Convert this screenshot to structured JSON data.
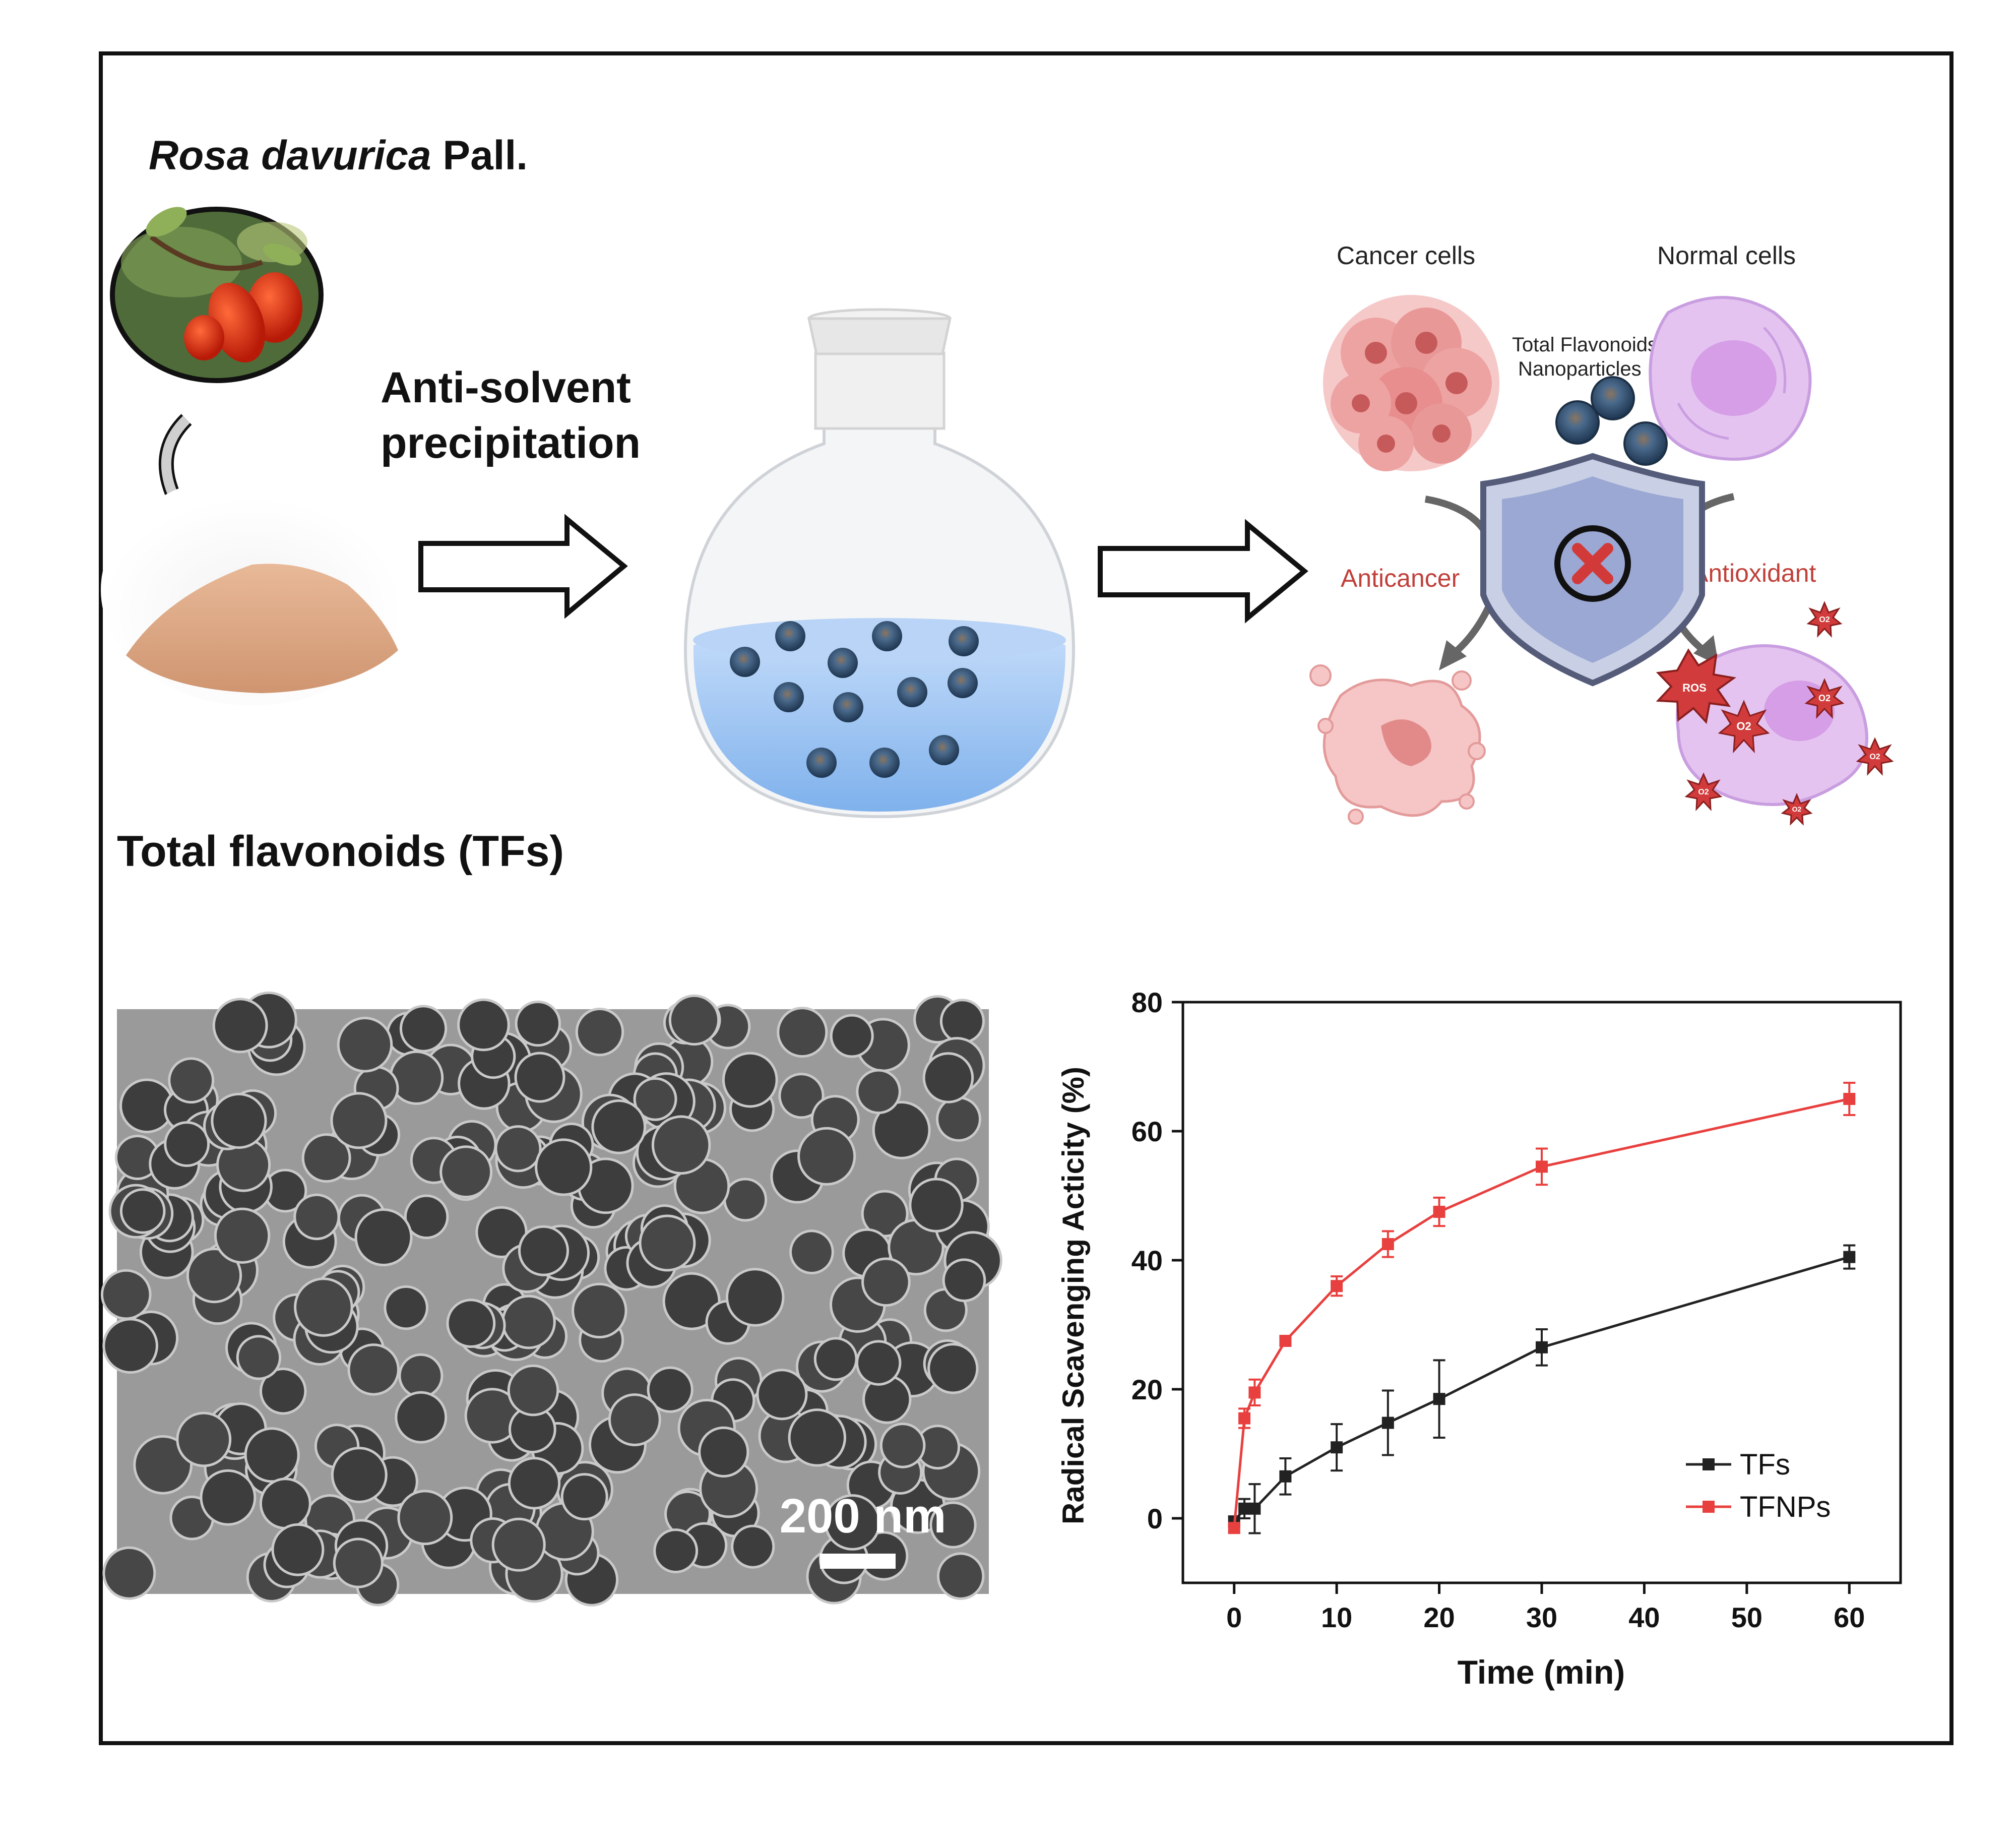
{
  "species": {
    "italic": "Rosa davurica",
    "rest": " Pall."
  },
  "method": {
    "line1": "Anti-solvent",
    "line2": "precipitation"
  },
  "powder_label": "Total flavonoids (TFs)",
  "effects": {
    "cancer_cells": "Cancer cells",
    "normal_cells": "Normal cells",
    "nanoparticles_line1": "Total Flavonoids",
    "nanoparticles_line2": "Nanoparticles",
    "anticancer": "Anticancer",
    "antioxidant": "Antioxidant",
    "ros_badge": "ROS",
    "o2_badge": "O2"
  },
  "tem": {
    "scale_bar": "200 nm"
  },
  "colors": {
    "tfs": "#222222",
    "tfnps": "#e8403e",
    "effect_text": "#c0403a"
  },
  "chart_data": {
    "type": "line",
    "xlabel": "Time (min)",
    "ylabel": "Radical Scavenging Acticity (%)",
    "xlim": [
      -5,
      65
    ],
    "ylim": [
      -10,
      80
    ],
    "xticks": [
      0,
      10,
      20,
      30,
      40,
      50,
      60
    ],
    "yticks": [
      0,
      20,
      40,
      60,
      80
    ],
    "legend": "bottom-right",
    "series": [
      {
        "name": "TFs",
        "color": "#222222",
        "x": [
          0,
          1,
          2,
          5,
          10,
          15,
          20,
          30,
          60
        ],
        "y": [
          -0.5,
          1.5,
          1.5,
          6.5,
          11,
          14.8,
          18.5,
          26.5,
          40.5
        ],
        "err": [
          0.8,
          1.5,
          3.8,
          2.8,
          3.6,
          5,
          6,
          2.8,
          1.8
        ]
      },
      {
        "name": "TFNPs",
        "color": "#e8403e",
        "x": [
          0,
          1,
          2,
          5,
          10,
          15,
          20,
          30,
          60
        ],
        "y": [
          -1.5,
          15.5,
          19.5,
          27.5,
          36,
          42.5,
          47.5,
          54.5,
          65
        ],
        "err": [
          0.6,
          1.5,
          2,
          0.6,
          1.5,
          2,
          2.2,
          2.8,
          2.5
        ]
      }
    ]
  }
}
